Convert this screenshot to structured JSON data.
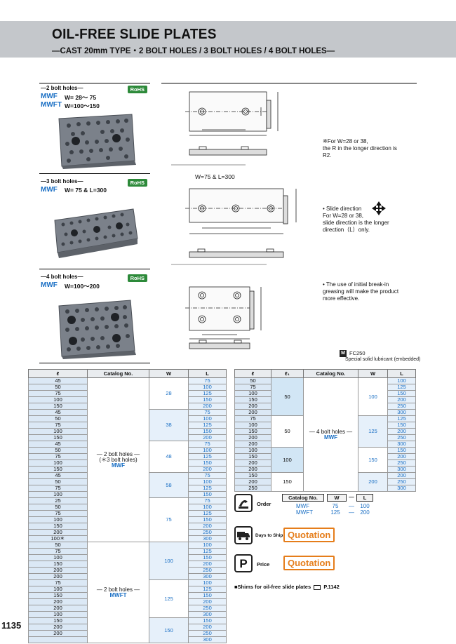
{
  "header": {
    "title": "OIL-FREE SLIDE PLATES",
    "subtitle": "—CAST 20mm TYPE・2  BOLT HOLES / 3 BOLT HOLES / 4 BOLT HOLES—"
  },
  "products": [
    {
      "label": "—2 bolt holes—",
      "rohs": "RoHS",
      "names": [
        "MWF",
        "MWFT"
      ],
      "dims": [
        "W= 28～ 75",
        "W=100～150"
      ]
    },
    {
      "label": "—3 bolt holes—",
      "rohs": "RoHS",
      "names": [
        "MWF"
      ],
      "dims": [
        "W=  75 & L=300"
      ]
    },
    {
      "label": "—4 bolt holes—",
      "rohs": "RoHS",
      "names": [
        "MWF"
      ],
      "dims": [
        "W=100～200"
      ]
    }
  ],
  "drawing": {
    "caption_mid": "W=75 & L=300",
    "notes": [
      "※For W=28 or 38,\n  the R in the longer direction is\n  R2.",
      "• Slide direction\n  For W=28 or 38,\n  slide direction is the longer\n  direction（L）only.",
      "• The use of initial break-in\n  greasing will make the product\n  more effective."
    ],
    "material_tag": "M",
    "material_title": "FC250",
    "material_note": "Special solid lubricant (embedded)"
  },
  "left_table": {
    "headers": [
      "ℓ",
      "Catalog  No.",
      "W",
      "L"
    ],
    "l_values": [
      "45",
      "50",
      "75",
      "100",
      "150",
      "45",
      "50",
      "75",
      "100",
      "150",
      "45",
      "50",
      "75",
      "100",
      "150",
      "45",
      "50",
      "75",
      "100",
      "25",
      "50",
      "75",
      "100",
      "150",
      "200",
      "100＊",
      "50",
      "75",
      "100",
      "150",
      "200",
      "200",
      "75",
      "100",
      "150",
      "200",
      "200",
      "100",
      "150",
      "200",
      "200"
    ],
    "L_values": [
      "75",
      "100",
      "125",
      "150",
      "200",
      "75",
      "100",
      "125",
      "150",
      "200",
      "75",
      "100",
      "125",
      "150",
      "200",
      "75",
      "100",
      "125",
      "150",
      "75",
      "100",
      "125",
      "150",
      "200",
      "250",
      "300",
      "100",
      "125",
      "150",
      "200",
      "250",
      "300",
      "100",
      "125",
      "150",
      "200",
      "250",
      "300",
      "150",
      "200",
      "250",
      "300"
    ],
    "groups": [
      {
        "catalog_lines": [
          "— 2 bolt holes —",
          "(＊3 bolt holes)"
        ],
        "catalog_name": "MWF",
        "w_blocks": [
          {
            "w": "28"
          },
          {
            "w": "38"
          },
          {
            "w": "48"
          },
          {
            "w": "58"
          },
          {
            "w": "75"
          }
        ]
      },
      {
        "catalog_lines": [
          "— 2 bolt holes —"
        ],
        "catalog_name": "MWFT",
        "w_blocks": [
          {
            "w": "100"
          },
          {
            "w": "125"
          },
          {
            "w": "150"
          }
        ]
      }
    ]
  },
  "right_table": {
    "headers": [
      "ℓ",
      "ℓ₁",
      "Catalog  No.",
      "W",
      "L"
    ],
    "l_values": [
      "50",
      "75",
      "100",
      "150",
      "200",
      "200",
      "75",
      "100",
      "150",
      "200",
      "200",
      "100",
      "150",
      "200",
      "200",
      "150",
      "200",
      "250"
    ],
    "l1_values": [
      "50",
      "50",
      "100",
      "150"
    ],
    "catalog_line": "— 4 bolt holes —",
    "catalog_name": "MWF",
    "w_values": [
      "100",
      "125",
      "150",
      "200"
    ],
    "L_values": [
      "100",
      "125",
      "150",
      "200",
      "250",
      "300",
      "125",
      "150",
      "200",
      "250",
      "300",
      "150",
      "200",
      "250",
      "300",
      "200",
      "250",
      "300"
    ]
  },
  "order": {
    "label": "Order",
    "headers": [
      "Catalog  No.",
      "W",
      "—",
      "L"
    ],
    "rows": [
      {
        "cat": "MWF",
        "w": "75",
        "sep": "—",
        "l": "100"
      },
      {
        "cat": "MWFT",
        "w": "125",
        "sep": "—",
        "l": "200"
      }
    ]
  },
  "days_to_ship": {
    "label": "Days to Ship",
    "value": "Quotation"
  },
  "price": {
    "label": "Price",
    "value": "Quotation"
  },
  "footer_note": "■Shims for oil-free slide plates",
  "footer_ref": "P.1142",
  "page_number": "1135"
}
